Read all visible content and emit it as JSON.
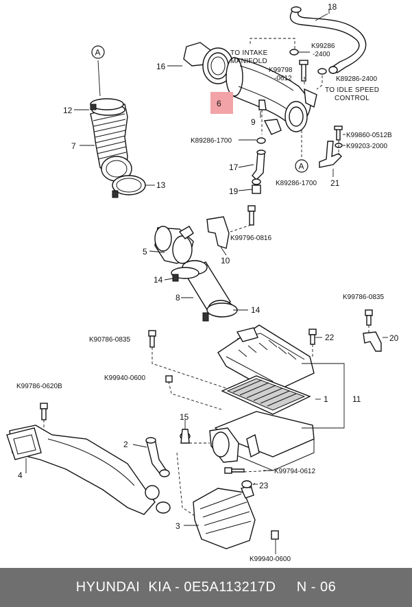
{
  "highlight": {
    "label": "6",
    "color": "#f2a3a7"
  },
  "callouts": {
    "n1": "1",
    "n2": "2",
    "n3": "3",
    "n4": "4",
    "n5": "5",
    "n7": "7",
    "n8": "8",
    "n9": "9",
    "n10": "10",
    "n11": "11",
    "n12": "12",
    "n13": "13",
    "n14a": "14",
    "n14b": "14",
    "n15": "15",
    "n16": "16",
    "n17": "17",
    "n18": "18",
    "n19": "19",
    "n20": "20",
    "n21": "21",
    "n22": "22",
    "n23": "23"
  },
  "refs": {
    "a1": "A",
    "a2": "A"
  },
  "codes": {
    "c1": "K99286",
    "c1b": "-2400",
    "c2": "K99798",
    "c2b": "-0612",
    "c3": "K89286-2400",
    "c4": "K99860-0512B",
    "c5": "K99203-2000",
    "c6": "K89286-1700",
    "c7": "K89286-1700",
    "c8": "K99796-0816",
    "c9": "K99786-0835",
    "c10": "K90786-0835",
    "c11": "K99940-0600",
    "c12": "K99786-0620B",
    "c13": "K99794-0612",
    "c14": "K99940-0600"
  },
  "notes": {
    "intake1": "TO INTAKE",
    "intake2": "MANIFOLD",
    "idle1": "TO IDLE SPEED",
    "idle2": "CONTROL"
  },
  "footer": {
    "text": "HYUNDAI  KIA - 0E5A113217D     N - 06"
  }
}
